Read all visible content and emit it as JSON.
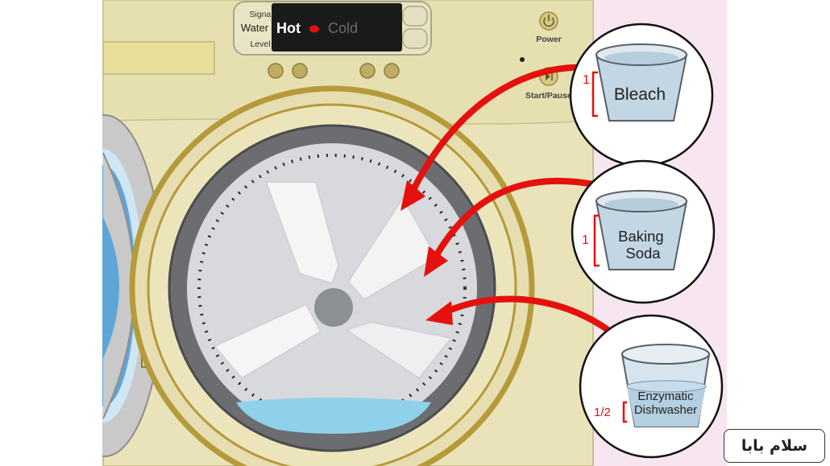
{
  "panel": {
    "signal_label": "Signal",
    "water_label": "Water",
    "level_label": "Level",
    "hot_label": "Hot",
    "cold_label": "Cold",
    "power_label": "Power",
    "start_pause_label": "Start/Pause"
  },
  "ingredients": [
    {
      "name_lines": [
        "Bleach"
      ],
      "amount": "1",
      "icon": "cup-icon"
    },
    {
      "name_lines": [
        "Baking",
        "Soda"
      ],
      "amount": "1",
      "icon": "cup-icon"
    },
    {
      "name_lines": [
        "Enzymatic",
        "Dishwasher"
      ],
      "amount": "1/2",
      "icon": "cup-icon"
    }
  ],
  "watermark": {
    "text": "سلام بابا"
  },
  "colors": {
    "machine_body": "#eae3b9",
    "machine_outline": "#c8c08f",
    "gold_ring": "#b59a3a",
    "drum_gray": "#9ea0a3",
    "water_blue": "#8fd1ea",
    "arrow_red": "#e4110e",
    "pink_background": "#f7e6f0",
    "cup_blue": "#c3d6e3"
  }
}
